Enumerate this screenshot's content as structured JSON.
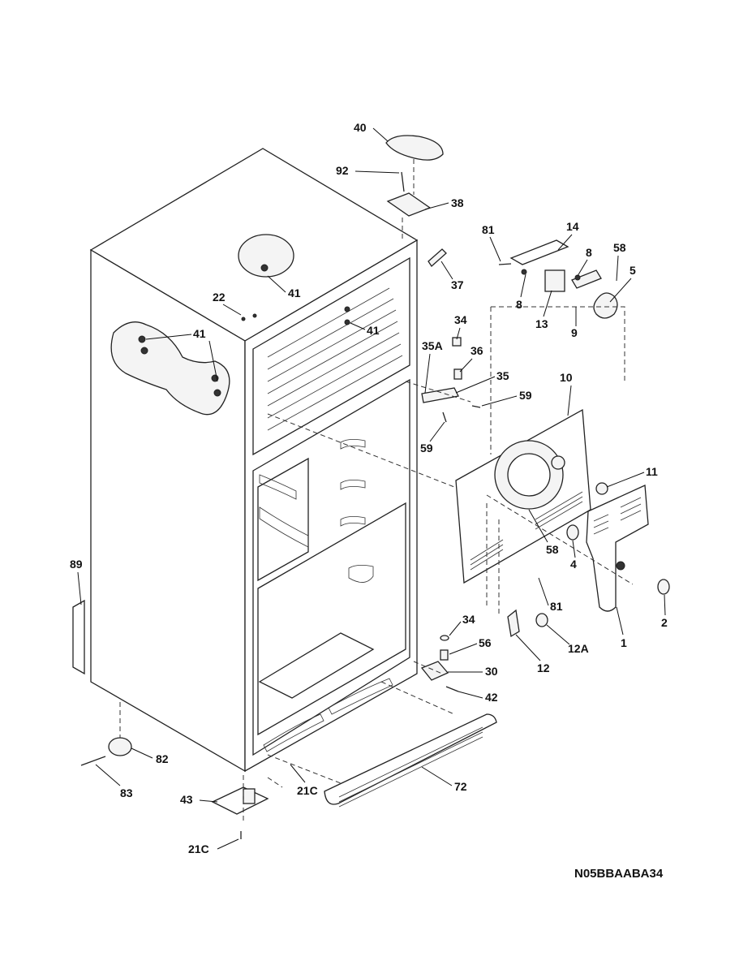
{
  "drawing_code": "N05BBAABA34",
  "callouts": [
    "40",
    "92",
    "38",
    "81",
    "14",
    "8",
    "58",
    "5",
    "37",
    "22",
    "41",
    "41",
    "41",
    "34",
    "35A",
    "36",
    "35",
    "59",
    "59",
    "13",
    "8",
    "9",
    "10",
    "11",
    "58",
    "4",
    "81",
    "2",
    "1",
    "89",
    "34",
    "56",
    "12A",
    "12",
    "30",
    "42",
    "82",
    "83",
    "43",
    "21C",
    "72",
    "21C"
  ]
}
